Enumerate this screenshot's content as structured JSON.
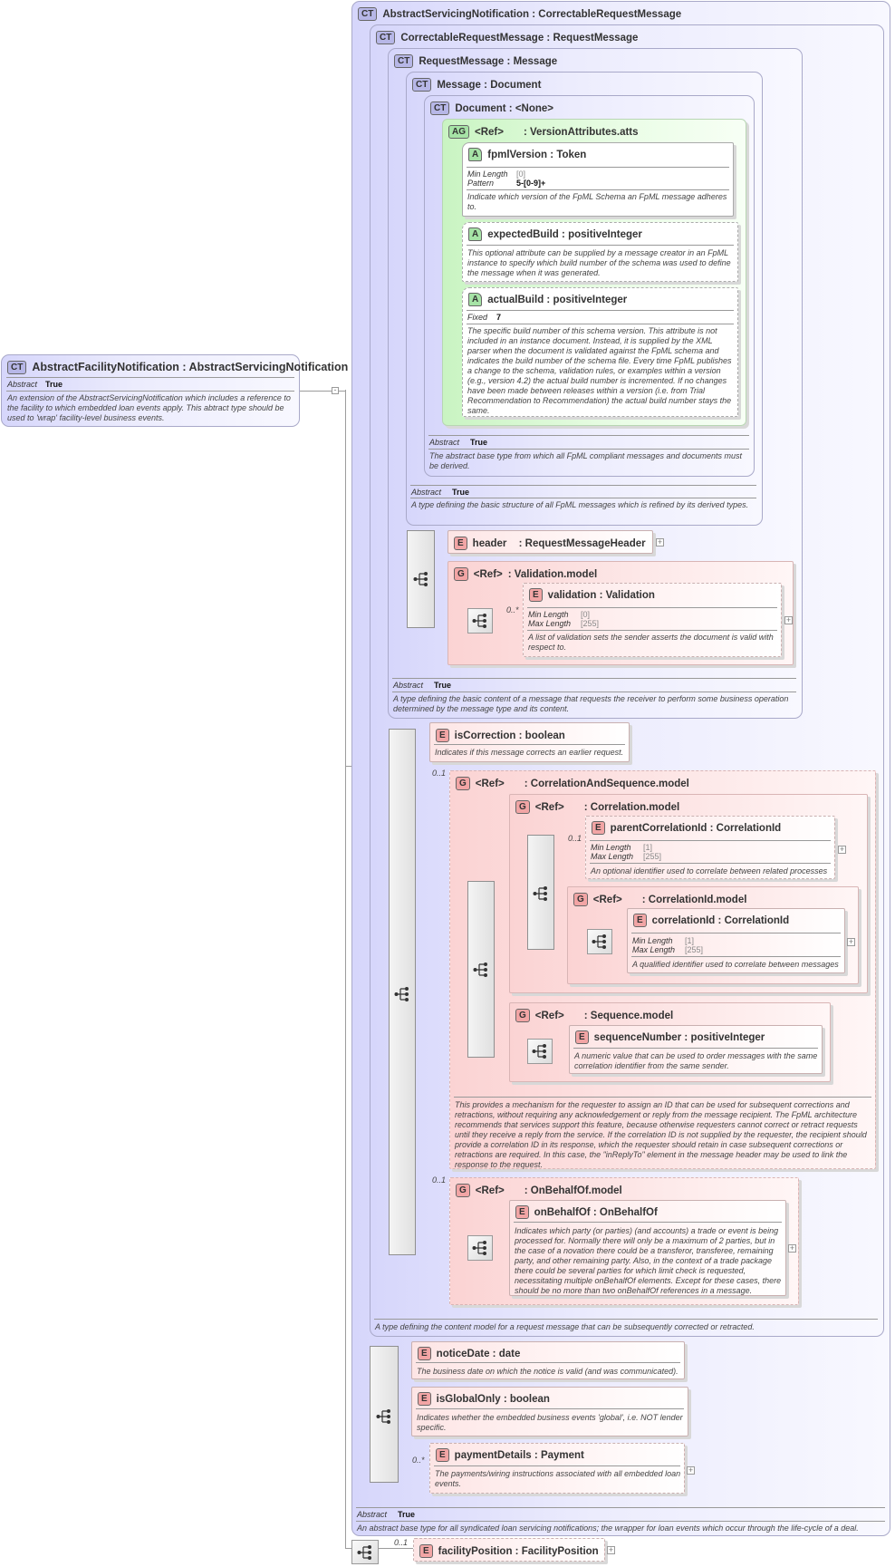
{
  "labels": {
    "abstract": "Abstract",
    "true_value": "True",
    "min_length": "Min Length",
    "max_length": "Max Length",
    "pattern": "Pattern",
    "fixed": "Fixed",
    "ref": "<Ref>",
    "sep": ":"
  },
  "badges": {
    "ct": "CT",
    "e": "E",
    "g": "G",
    "a": "A",
    "ag": "AG"
  },
  "facility_notification": {
    "name": "AbstractFacilityNotification",
    "type": "AbstractServicingNotification",
    "description": "An extension of the AbstractServicingNotification which includes a reference to the facility to which embedded loan events apply. This abtract type should be used to 'wrap' facility-level business events."
  },
  "servicing_notification": {
    "name": "AbstractServicingNotification",
    "type": "CorrectableRequestMessage",
    "description": "An abstract base type for all syndicated loan servicing notifications; the wrapper for loan events which occur through the life-cycle of a deal."
  },
  "correctable_request": {
    "name": "CorrectableRequestMessage",
    "type": "RequestMessage",
    "description": "A type defining the content model for a request message that can be subsequently corrected or retracted."
  },
  "request_message": {
    "name": "RequestMessage",
    "type": "Message",
    "description": "A type defining the basic content of a message that requests the receiver to perform some business operation determined by the message type and its content."
  },
  "message": {
    "name": "Message",
    "type": "Document",
    "description": "A type defining the basic structure of all FpML messages which is refined by its derived types."
  },
  "document": {
    "name": "Document",
    "type": "<None>",
    "description": "The abstract base type from which all FpML compliant messages and documents must be derived."
  },
  "version_attributes": {
    "name": "VersionAttributes.atts"
  },
  "fpml_version": {
    "name": "fpmlVersion",
    "type": "Token",
    "min_length": "[0]",
    "pattern": "5-[0-9]+",
    "description": "Indicate which version of the FpML Schema an FpML message adheres to."
  },
  "expected_build": {
    "name": "expectedBuild",
    "type": "positiveInteger",
    "description": "This optional attribute can be supplied by a message creator in an FpML instance to specify which build number of the schema was used to define the message when it was generated."
  },
  "actual_build": {
    "name": "actualBuild",
    "type": "positiveInteger",
    "fixed": "7",
    "description": "The specific build number of this schema version. This attribute is not included in an instance document. Instead, it is supplied by the XML parser when the document is validated against the FpML schema and indicates the build number of the schema file. Every time FpML publishes a change to the schema, validation rules, or examples within a version (e.g., version 4.2) the actual build number is incremented. If no changes have been made between releases within a version (i.e. from Trial Recommendation to Recommendation) the actual build number stays the same."
  },
  "header": {
    "name": "header",
    "type": "RequestMessageHeader"
  },
  "validation_model": {
    "name": "Validation.model"
  },
  "validation": {
    "name": "validation",
    "type": "Validation",
    "cardinality": "0..*",
    "min_length": "[0]",
    "max_length": "[255]",
    "description": "A list of validation sets the sender asserts the document is valid with respect to."
  },
  "is_correction": {
    "name": "isCorrection",
    "type": "boolean",
    "description": "Indicates if this message corrects an earlier request."
  },
  "correlation_sequence_model": {
    "name": "CorrelationAndSequence.model",
    "cardinality": "0..1",
    "description": "This provides a mechanism for the requester to assign an ID that can be used for subsequent corrections and retractions, without requiring any acknowledgement or reply from the message recipient. The FpML architecture recommends that services support this feature, because otherwise requesters cannot correct or retract requests until they receive a reply from the service. If the correlation ID is not supplied by the requester, the recipient should provide a correlation ID in its response, which the requester should retain in case subsequent corrections or retractions are required. In this case, the \"inReplyTo\" element in the message header may be used to link the response to the request."
  },
  "correlation_model": {
    "name": "Correlation.model"
  },
  "parent_correlation_id": {
    "name": "parentCorrelationId",
    "type": "CorrelationId",
    "cardinality": "0..1",
    "min_length": "[1]",
    "max_length": "[255]",
    "description": "An optional identifier used to correlate between related processes"
  },
  "correlation_id_model": {
    "name": "CorrelationId.model"
  },
  "correlation_id": {
    "name": "correlationId",
    "type": "CorrelationId",
    "min_length": "[1]",
    "max_length": "[255]",
    "description": "A qualified identifier used to correlate between messages"
  },
  "sequence_model": {
    "name": "Sequence.model"
  },
  "sequence_number": {
    "name": "sequenceNumber",
    "type": "positiveInteger",
    "description": "A numeric value that can be used to order messages with the same correlation identifier from the same sender."
  },
  "on_behalf_of_model": {
    "name": "OnBehalfOf.model",
    "cardinality": "0..1"
  },
  "on_behalf_of": {
    "name": "onBehalfOf",
    "type": "OnBehalfOf",
    "description": "Indicates which party (or parties) (and accounts) a trade or event is being processed for. Normally there will only be a maximum of 2 parties, but in the case of a novation there could be a transferor, transferee, remaining party, and other remaining party. Also, in the context of a trade package there could be several parties for which limit check is requested, necessitating multiple onBehalfOf elements. Except for these cases, there should be no more than two onBehalfOf references in a message."
  },
  "notice_date": {
    "name": "noticeDate",
    "type": "date",
    "description": "The business date on which the notice is valid (and was communicated)."
  },
  "is_global_only": {
    "name": "isGlobalOnly",
    "type": "boolean",
    "description": "Indicates whether the embedded business events 'global', i.e. NOT lender specific."
  },
  "payment_details": {
    "name": "paymentDetails",
    "type": "Payment",
    "cardinality": "0..*",
    "description": "The payments/wiring instructions associated with all embedded loan events."
  },
  "facility_position": {
    "name": "facilityPosition",
    "type": "FacilityPosition",
    "cardinality": "0..1"
  },
  "colors": {
    "complex_type": "#dcdcfb",
    "attribute_group": "#dff9da",
    "element": "#fde5e5",
    "badge_ct": "#b7b7e7",
    "badge_e": "#f2a5a5",
    "badge_a": "#a6e3a6"
  },
  "icons": [
    "sequence-compositor-icon",
    "expand-plus-icon"
  ]
}
